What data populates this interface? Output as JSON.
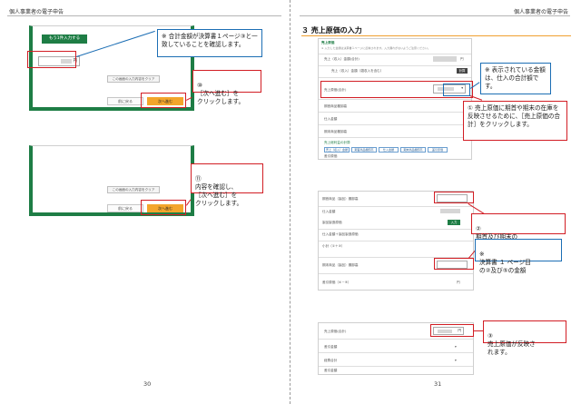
{
  "left_page": {
    "running_header": "個人事業者の電子申告",
    "page_number": "30",
    "shot1": {
      "tab_label": "もう1件入力する",
      "yen_unit": "円",
      "clear_button": "この画面の入力内容をクリア",
      "back_button": "前に戻る",
      "next_button": "次へ進む"
    },
    "callout_check": {
      "mark": "※",
      "text": "合計金額が決算書１ページ③と一致していることを確認します。"
    },
    "callout_step10": {
      "num": "⑩",
      "text": "［次へ進む］を\nクリックします。"
    },
    "shot2": {
      "clear_button": "この画面の入力内容をクリア",
      "back_button": "前に戻る",
      "next_button": "次へ進む"
    },
    "callout_step11": {
      "num": "⑪",
      "text": "内容を確認し、\n［次へ進む］を\nクリックします。"
    }
  },
  "right_page": {
    "running_header": "個人事業者の電子申告",
    "page_number": "31",
    "section_title": "３ 売上原価の入力",
    "shot_a": {
      "header_label": "売上原価",
      "note_line": "※ 入力した金額は決算書１ページに反映されます。入力漏れがないようご注意ください。",
      "row1_label": "売上（収入）金額(合計)",
      "row2_label": "売上（収入）金額（雑収入を含む）",
      "row3_label": "売上原価(合計)",
      "row4_label": "期首商品棚卸高",
      "row5_label": "仕入金額",
      "row6_label": "期末商品棚卸高",
      "row7_label": "差引原価",
      "row8_label": "売上総利益の計算",
      "dark_tag": "計算",
      "yen_unit": "円",
      "chips": [
        "売上（収入）金額",
        "期首商品棚卸高",
        "仕入金額",
        "期末商品棚卸高",
        "差引原価"
      ]
    },
    "callout_display": {
      "mark": "※",
      "text": "表示されている金額は、仕入の合計額です。"
    },
    "callout_step1": {
      "num": "①",
      "text": "売上原価に期首や期末の在庫を反映させるために、［売上原価の合計］をクリックします。"
    },
    "shot_b": {
      "row1_label": "期首商品（製品）棚卸高",
      "row2_label": "仕入金額",
      "row3_label": "製品製造原価",
      "row4_label": "仕入金額＋製品製造原価",
      "row5_label": "小計（①＋③）",
      "row6_label": "期末商品（製品）棚卸高",
      "row7_label": "差引原価（④－⑤）",
      "green_tag": "入力",
      "yen_unit": "円"
    },
    "callout_step2": {
      "num": "②",
      "text": "期首及び期末の\n棚卸高を入力します。"
    },
    "callout_ref": {
      "mark": "※",
      "text": "決算書 １ ページ目\nの②及び⑤の金額"
    },
    "shot_c": {
      "row1_label": "売上原価(合計)",
      "row2_label": "差引金額",
      "row3_label": "経費合計",
      "row4_label": "差引金額",
      "yen_unit": "円"
    },
    "callout_step3": {
      "num": "③",
      "text": "売上原価が反映さ\nれます。"
    }
  },
  "colors": {
    "callout_red": "#d21d24",
    "callout_blue": "#1c6eb4",
    "app_green": "#1e7d45",
    "next_button_orange": "#f3a52b",
    "section_rule_orange": "#f0a030"
  }
}
